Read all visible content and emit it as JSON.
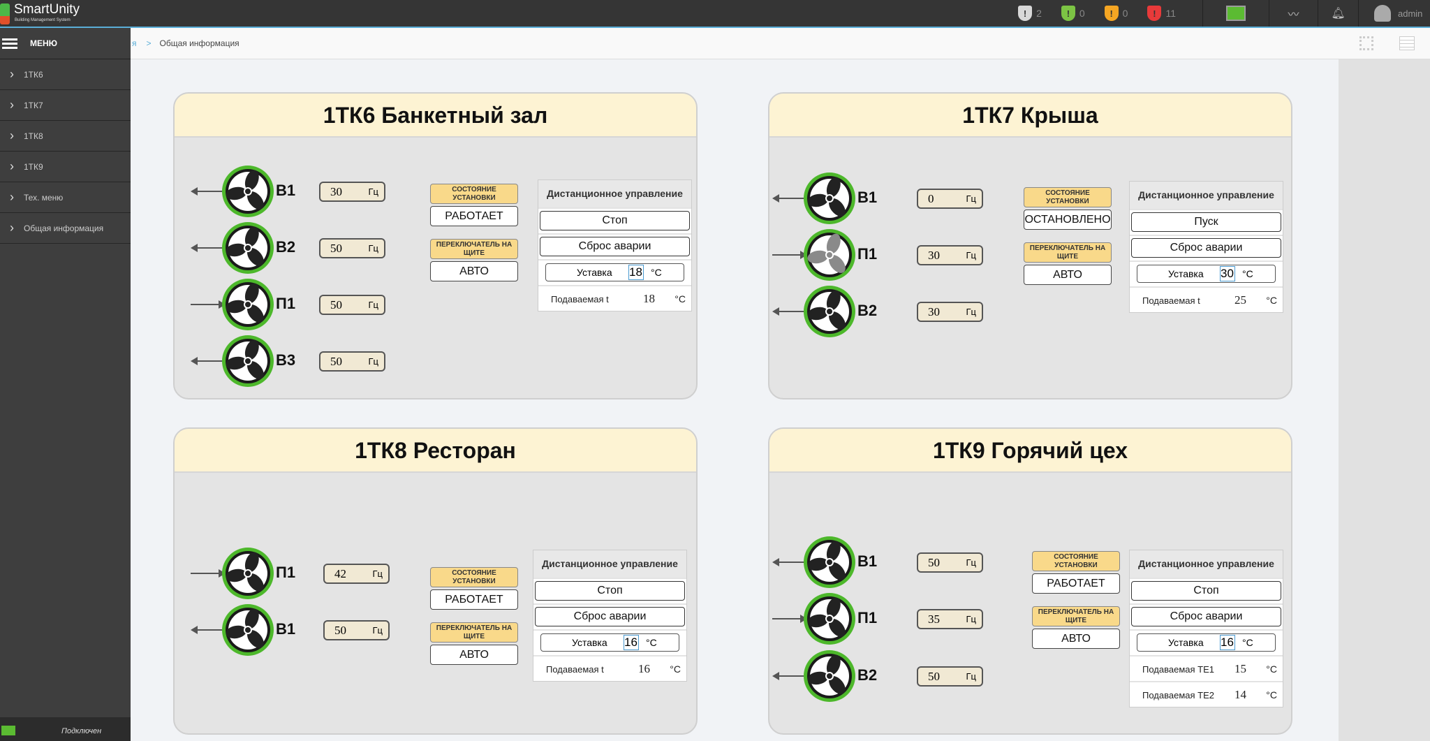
{
  "app": {
    "logo_name": "SmartUnity",
    "logo_sub": "Building Management System"
  },
  "topbar": {
    "alerts": [
      {
        "icon": "shield-gray-icon",
        "color": "#d8d8d8",
        "count": "2"
      },
      {
        "icon": "shield-green-icon",
        "color": "#7cc444",
        "count": "0"
      },
      {
        "icon": "shield-orange-icon",
        "color": "#f5a623",
        "count": "0"
      },
      {
        "icon": "shield-red-icon",
        "color": "#e83a3a",
        "count": "11"
      }
    ],
    "user": "admin"
  },
  "sidebar": {
    "menu_label": "МЕНЮ",
    "items": [
      {
        "label": "1ТК6"
      },
      {
        "label": "1ТК7"
      },
      {
        "label": "1ТК8"
      },
      {
        "label": "1ТК9"
      },
      {
        "label": "Тех. меню"
      },
      {
        "label": "Общая информация"
      }
    ],
    "status": "Подключен"
  },
  "breadcrumb": {
    "prev": "я",
    "sep": ">",
    "current": "Общая информация"
  },
  "panels": [
    {
      "title": "1ТК6 Банкетный зал",
      "fans": [
        {
          "label": "В1",
          "dir": "out",
          "hz": "30",
          "active": true
        },
        {
          "label": "В2",
          "dir": "out",
          "hz": "50",
          "active": true
        },
        {
          "label": "П1",
          "dir": "in",
          "hz": "50",
          "active": true
        },
        {
          "label": "В3",
          "dir": "out",
          "hz": "50",
          "active": true
        }
      ],
      "hz_unit": "Гц",
      "state_label": "СОСТОЯНИЕ УСТАНОВКИ",
      "state": "РАБОТАЕТ",
      "switch_label": "ПЕРЕКЛЮЧАТЕЛЬ НА ЩИТЕ",
      "switch": "АВТО",
      "remote": {
        "title": "Дистанционное управление",
        "buttons": [
          "Стоп",
          "Сброс аварии"
        ],
        "setpoint_label": "Уставка",
        "setpoint": "18",
        "unit": "°C",
        "readings": [
          {
            "label": "Подаваемая t",
            "value": "18"
          }
        ]
      }
    },
    {
      "title": "1ТК7 Крыша",
      "fans": [
        {
          "label": "В1",
          "dir": "out",
          "hz": "0",
          "active": true
        },
        {
          "label": "П1",
          "dir": "in",
          "hz": "30",
          "active": false
        },
        {
          "label": "В2",
          "dir": "out",
          "hz": "30",
          "active": true
        }
      ],
      "hz_unit": "Гц",
      "state_label": "СОСТОЯНИЕ УСТАНОВКИ",
      "state": "ОСТАНОВЛЕНО",
      "switch_label": "ПЕРЕКЛЮЧАТЕЛЬ НА ЩИТЕ",
      "switch": "АВТО",
      "remote": {
        "title": "Дистанционное управление",
        "buttons": [
          "Пуск",
          "Сброс аварии"
        ],
        "setpoint_label": "Уставка",
        "setpoint": "30",
        "unit": "°C",
        "readings": [
          {
            "label": "Подаваемая t",
            "value": "25"
          }
        ]
      }
    },
    {
      "title": "1ТК8  Ресторан",
      "fans": [
        {
          "label": "П1",
          "dir": "in",
          "hz": "42",
          "active": true
        },
        {
          "label": "В1",
          "dir": "out",
          "hz": "50",
          "active": true
        }
      ],
      "hz_unit": "Гц",
      "state_label": "СОСТОЯНИЕ УСТАНОВКИ",
      "state": "РАБОТАЕТ",
      "switch_label": "ПЕРЕКЛЮЧАТЕЛЬ НА ЩИТЕ",
      "switch": "АВТО",
      "remote": {
        "title": "Дистанционное управление",
        "buttons": [
          "Стоп",
          "Сброс аварии"
        ],
        "setpoint_label": "Уставка",
        "setpoint": "16",
        "unit": "°C",
        "readings": [
          {
            "label": "Подаваемая t",
            "value": "16"
          }
        ]
      }
    },
    {
      "title": "1ТК9 Горячий цех",
      "fans": [
        {
          "label": "В1",
          "dir": "out",
          "hz": "50",
          "active": true
        },
        {
          "label": "П1",
          "dir": "in",
          "hz": "35",
          "active": true
        },
        {
          "label": "В2",
          "dir": "out",
          "hz": "50",
          "active": true
        }
      ],
      "hz_unit": "Гц",
      "state_label": "СОСТОЯНИЕ УСТАНОВКИ",
      "state": "РАБОТАЕТ",
      "switch_label": "ПЕРЕКЛЮЧАТЕЛЬ НА ЩИТЕ",
      "switch": "АВТО",
      "remote": {
        "title": "Дистанционное управление",
        "buttons": [
          "Стоп",
          "Сброс аварии"
        ],
        "setpoint_label": "Уставка",
        "setpoint": "16",
        "unit": "°C",
        "readings": [
          {
            "label": "Подаваемая ТЕ1",
            "value": "15"
          },
          {
            "label": "Подаваемая ТЕ2",
            "value": "14"
          }
        ]
      }
    }
  ]
}
